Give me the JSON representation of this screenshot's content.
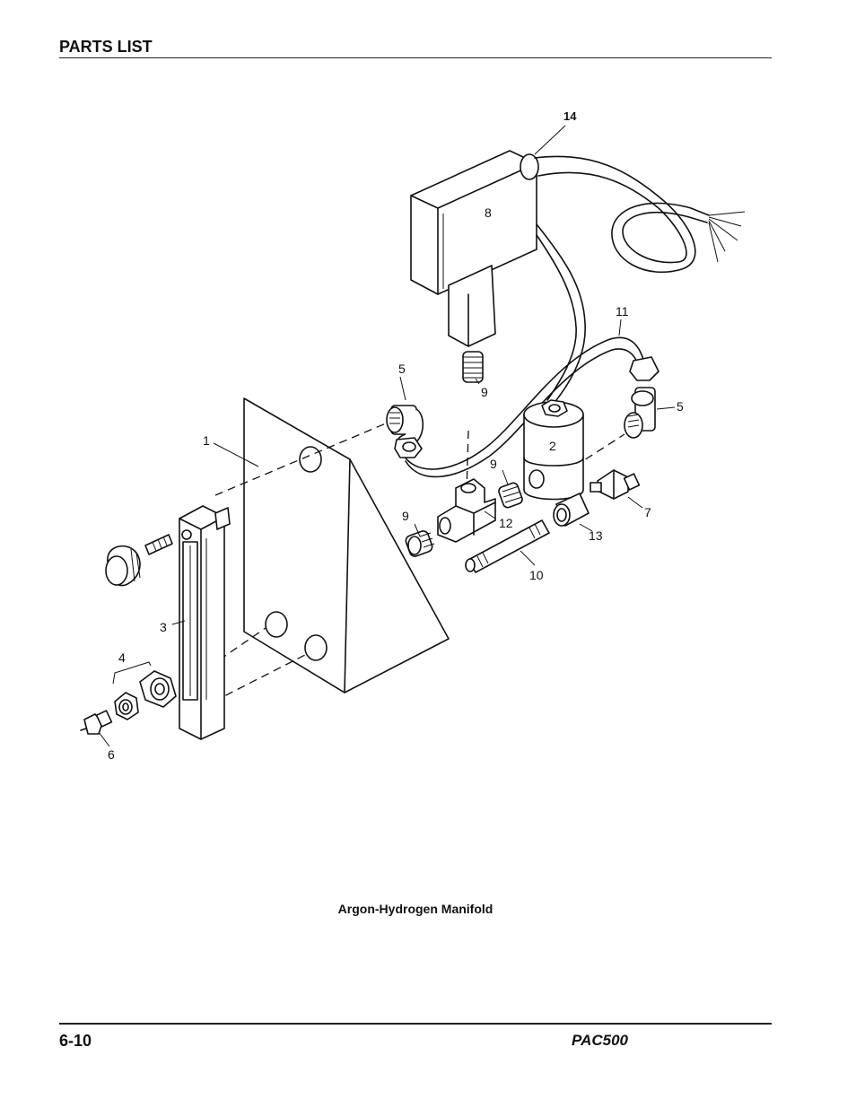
{
  "header": {
    "title": "PARTS LIST"
  },
  "figure": {
    "caption": "Argon-Hydrogen Manifold",
    "callouts": {
      "c1": "1",
      "c2": "2",
      "c3": "3",
      "c4": "4",
      "c5a": "5",
      "c5b": "5",
      "c6": "6",
      "c7": "7",
      "c8": "8",
      "c9a": "9",
      "c9b": "9",
      "c9c": "9",
      "c10": "10",
      "c11": "11",
      "c12": "12",
      "c13": "13",
      "c14": "14"
    }
  },
  "footer": {
    "page_number": "6-10",
    "product": "PAC500"
  }
}
